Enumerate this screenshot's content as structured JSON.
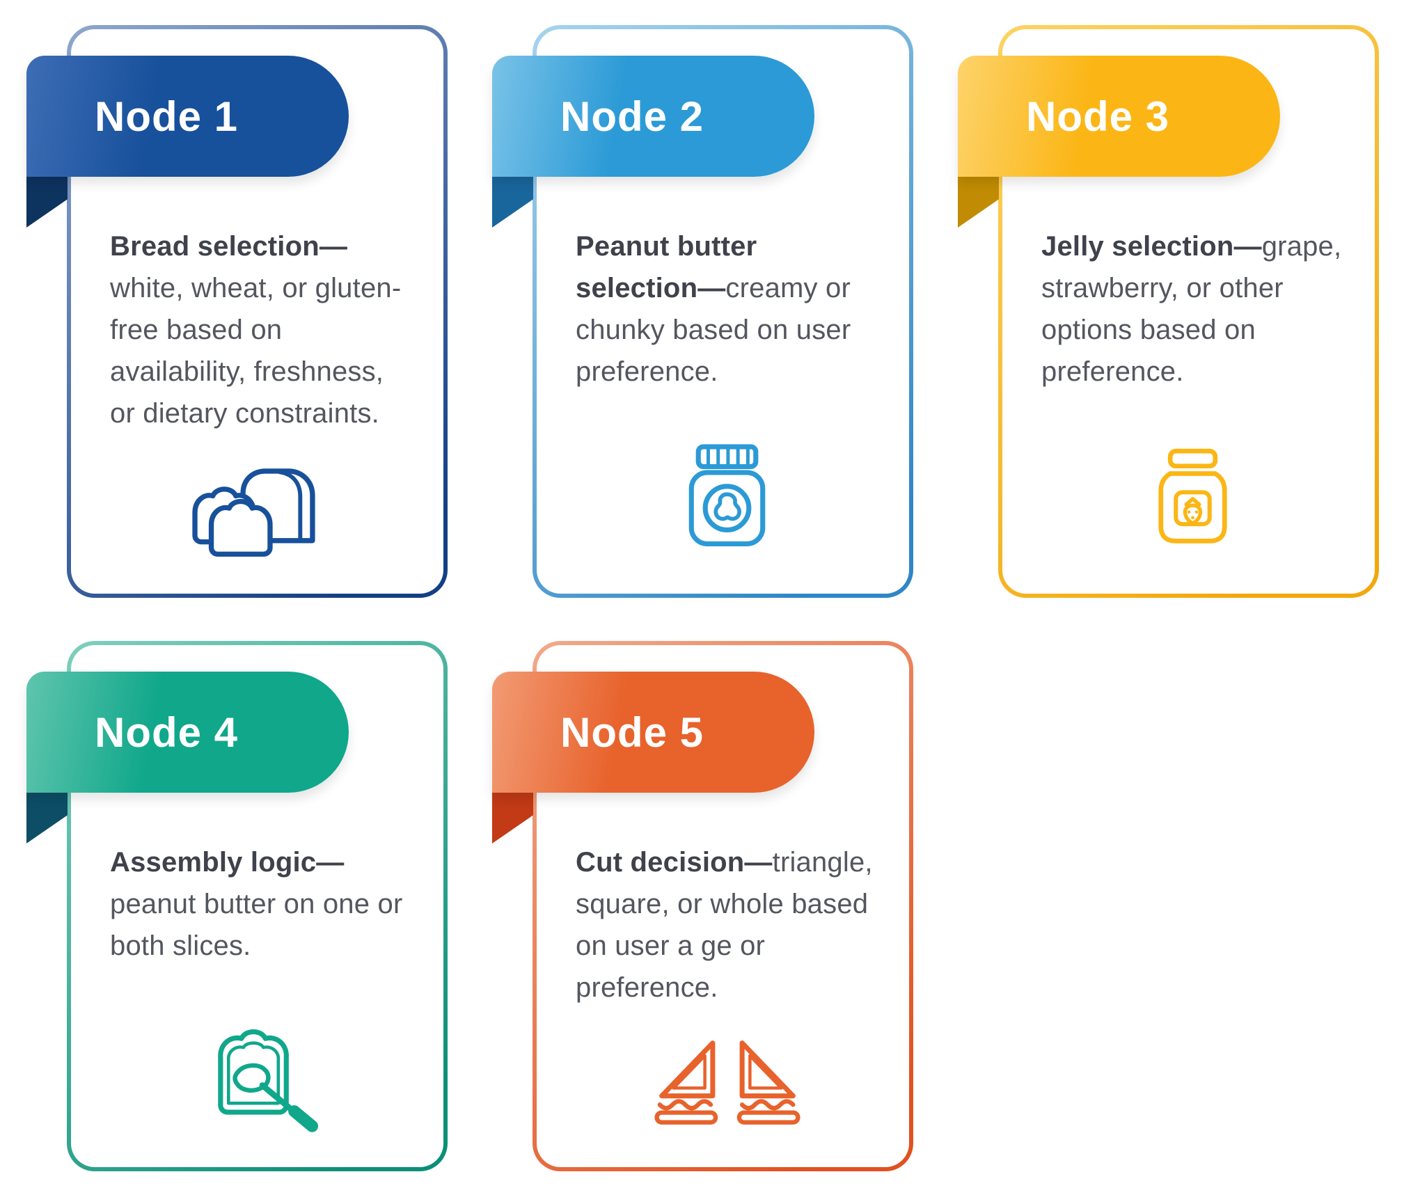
{
  "text_colors": {
    "lead": "#3F414B",
    "body": "#54565F"
  },
  "cards": [
    {
      "title": "Node 1",
      "lead": "Bread selection—",
      "body": "white, wheat, or gluten-free based on availability, freshness, or dietary constraints.",
      "icon": "bread-loaf-and-slices-icon",
      "colors": {
        "accent": "#17509B",
        "accent_light": "#3D6DB5",
        "fold": "#0D335F",
        "border_from": "#8FA7CE",
        "border_to": "#143F85"
      }
    },
    {
      "title": "Node 2",
      "lead": "Peanut butter selection—",
      "body": "creamy or chunky based on user preference.",
      "icon": "peanut-butter-jar-icon",
      "colors": {
        "accent": "#2B9AD6",
        "accent_light": "#79C3E8",
        "fold": "#19669C",
        "border_from": "#A7D4ED",
        "border_to": "#2F86C6"
      }
    },
    {
      "title": "Node 3",
      "lead": "Jelly selection—",
      "body": "grape, strawberry, or other options based on preference.",
      "icon": "jelly-jar-icon",
      "colors": {
        "accent": "#FBB616",
        "accent_light": "#FDD36A",
        "fold": "#C18C04",
        "border_from": "#FCD363",
        "border_to": "#F2A70B"
      }
    },
    {
      "title": "Node 4",
      "lead": "Assembly logic—",
      "body": "peanut butter on one or both slices.",
      "icon": "bread-spread-knife-icon",
      "colors": {
        "accent": "#10A78B",
        "accent_light": "#5FC5AD",
        "fold": "#0D4E66",
        "border_from": "#7ED0BD",
        "border_to": "#0B8F77"
      }
    },
    {
      "title": "Node 5",
      "lead": "Cut decision—",
      "body": "triangle, square, or whole based on user a ge or preference.",
      "icon": "cut-sandwich-icon",
      "colors": {
        "accent": "#E8622C",
        "accent_light": "#F29B74",
        "fold": "#C23A16",
        "border_from": "#F2A98B",
        "border_to": "#E0511F"
      }
    }
  ]
}
